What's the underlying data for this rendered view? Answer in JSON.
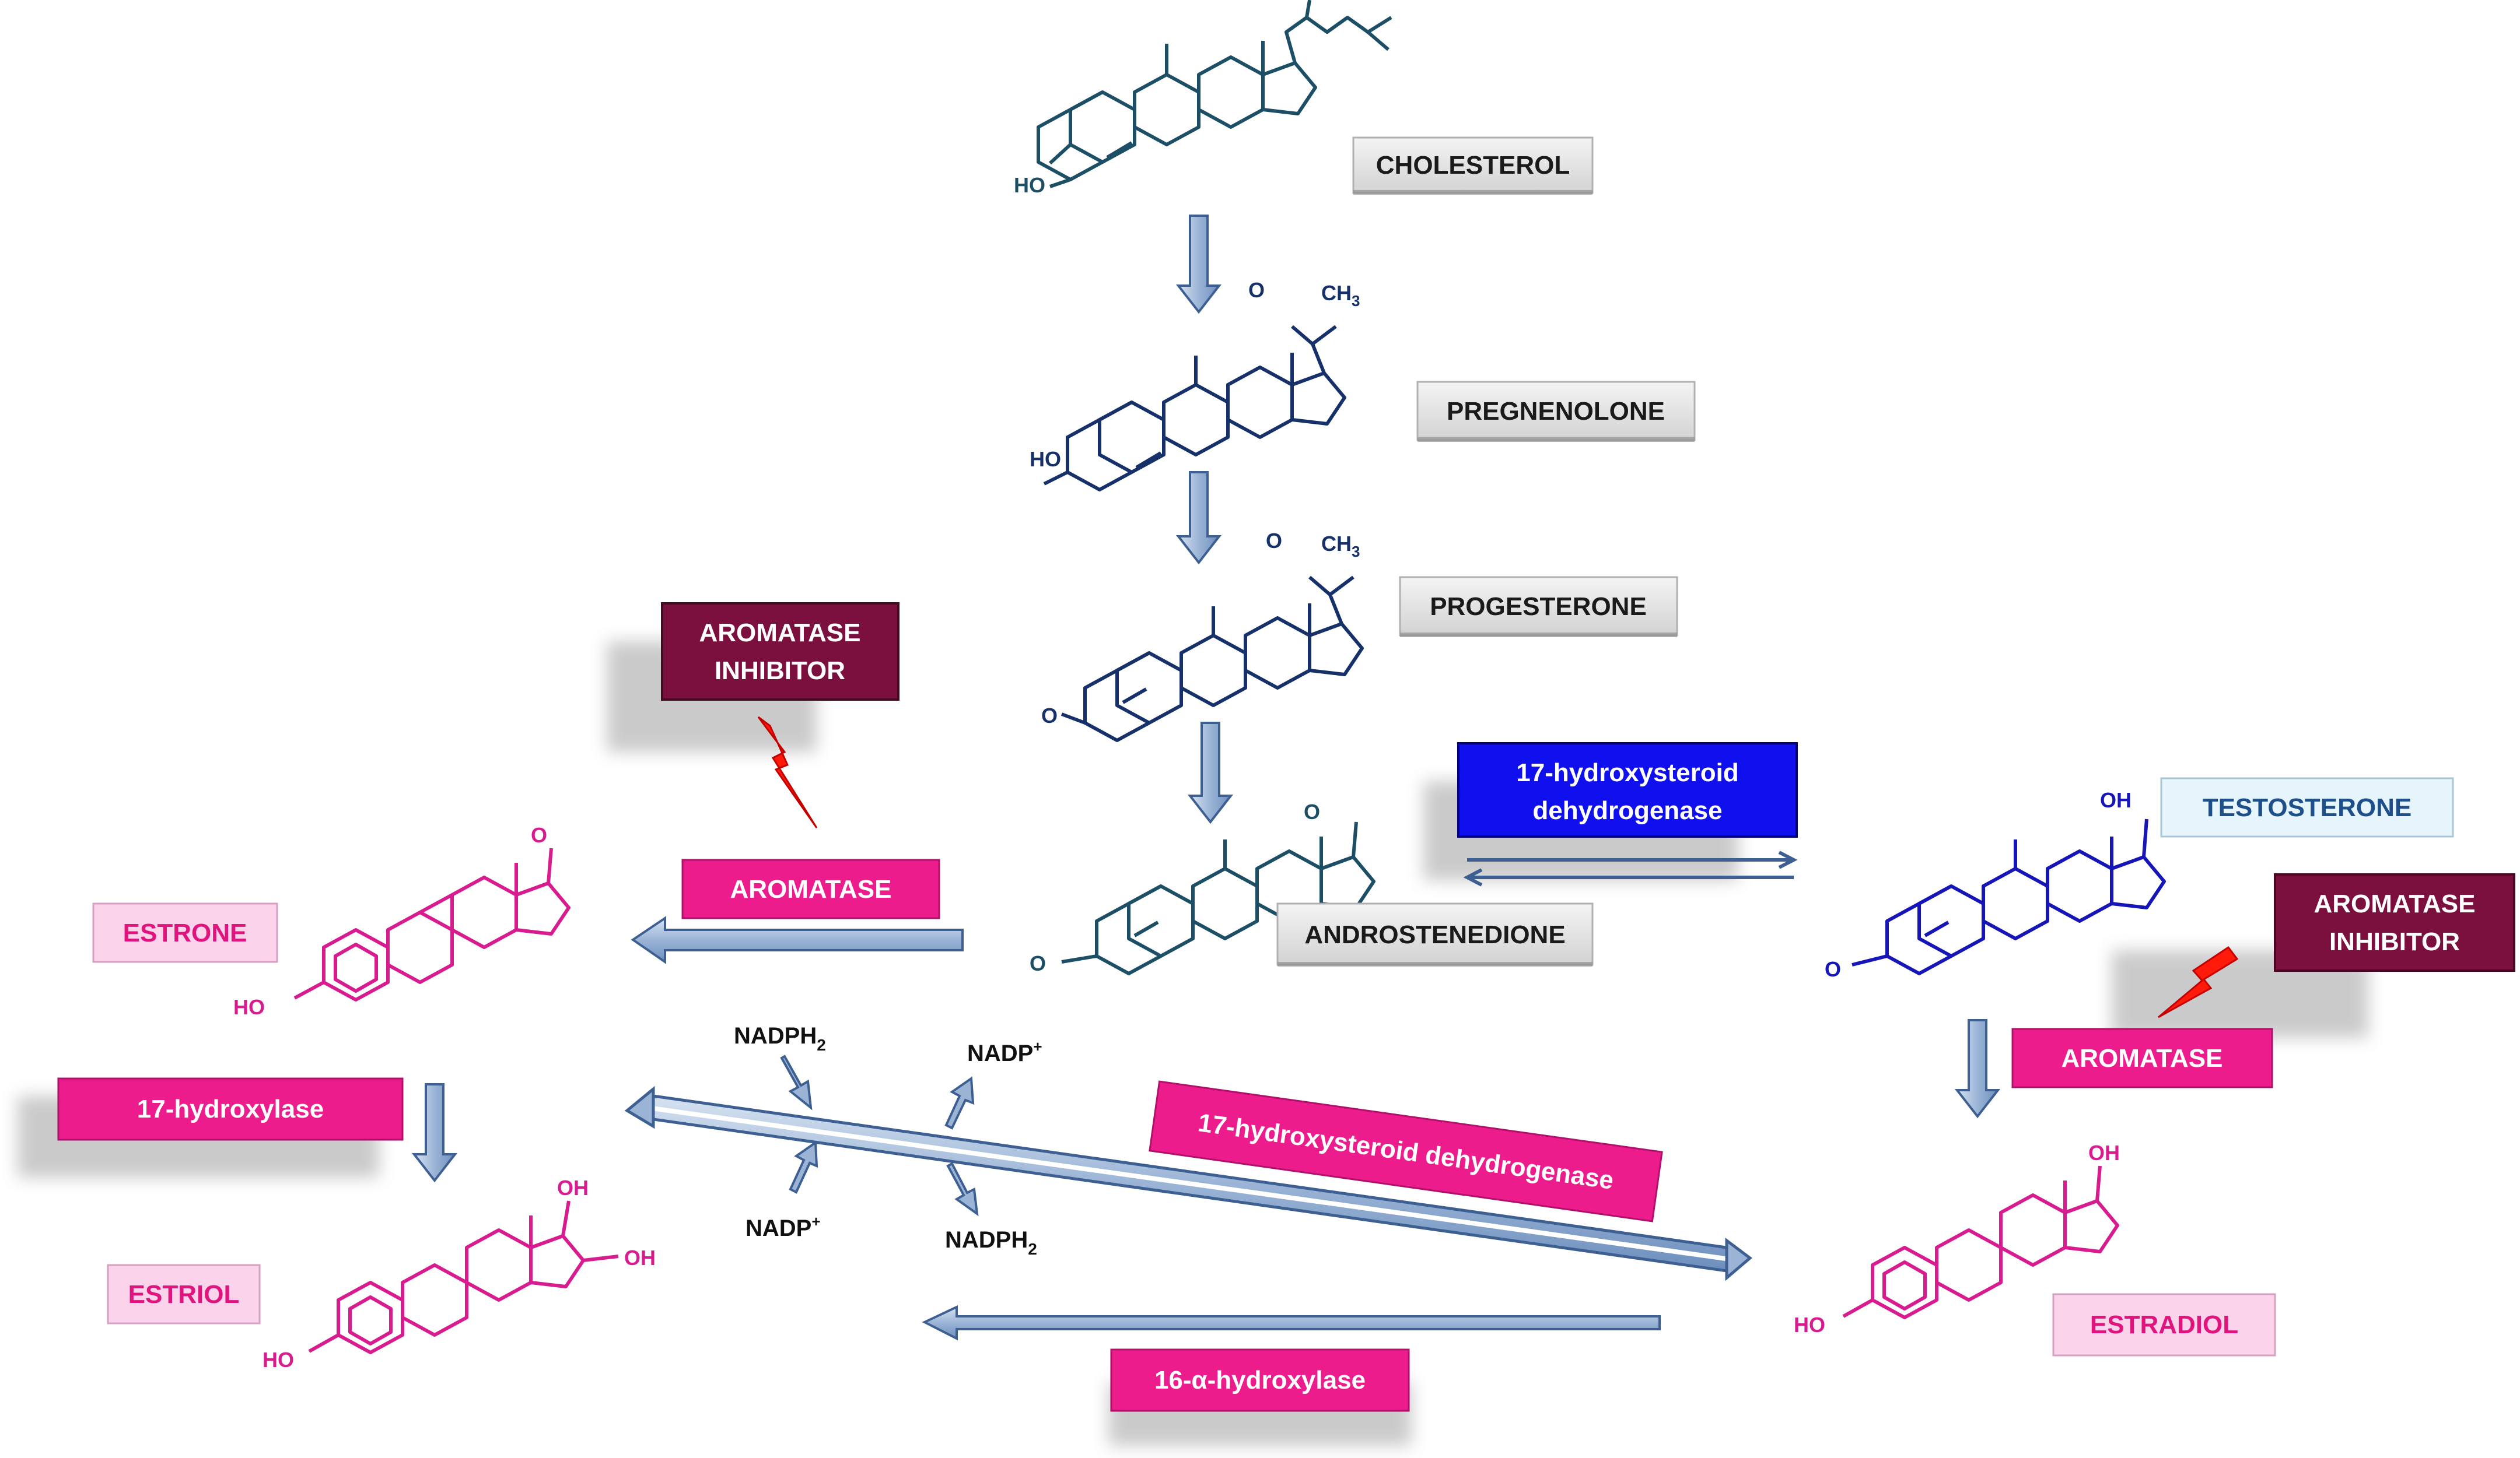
{
  "colors": {
    "arrow_fill": "#9bb4d6",
    "arrow_stroke": "#3d5f91",
    "grey_box": "#e6e6e6",
    "grey_text": "#1a1a1a",
    "magenta_box": "#ec1c8c",
    "pink_box": "#fbd4ec",
    "pink_text": "#e0147d",
    "maroon_box": "#7b0f3e",
    "blue_box": "#1010ee",
    "light_blue_box": "#e6f4fb",
    "bolt": "#ff1a0a",
    "mol_teal": "#1c4e66",
    "mol_navy": "#16306a",
    "mol_blue": "#1616b8",
    "mol_magenta": "#d81b8f"
  },
  "labels": {
    "cholesterol": "CHOLESTEROL",
    "pregnenolone": "PREGNENOLONE",
    "progesterone": "PROGESTERONE",
    "androstenedione": "ANDROSTENEDIONE",
    "testosterone": "TESTOSTERONE",
    "estrone": "ESTRONE",
    "estriol": "ESTRIOL",
    "estradiol": "ESTRADIOL"
  },
  "enzymes": {
    "hsd_top_line1": "17-hydroxysteroid",
    "hsd_top_line2": "dehydrogenase",
    "aromatase_left": "AROMATASE",
    "aromatase_right": "AROMATASE",
    "hydroxylase_17": "17-hydroxylase",
    "hsd_diag": "17-hydroxysteroid dehydrogenase",
    "hydroxylase_16a": "16-α-hydroxylase"
  },
  "inhibitors": {
    "left_line1": "AROMATASE",
    "left_line2": "INHIBITOR",
    "right_line1": "AROMATASE",
    "right_line2": "INHIBITOR"
  },
  "cofactors": {
    "nadph2_a": "NADPH",
    "nadph2_a_sub": "2",
    "nadp_a": "NADP",
    "nadp_a_sup": "+",
    "nadp_b": "NADP",
    "nadp_b_sup": "+",
    "nadph2_b": "NADPH",
    "nadph2_b_sub": "2"
  },
  "atoms": {
    "ho": "HO",
    "oh": "OH",
    "o": "O",
    "ch3": "CH",
    "ch3_sub": "3"
  }
}
